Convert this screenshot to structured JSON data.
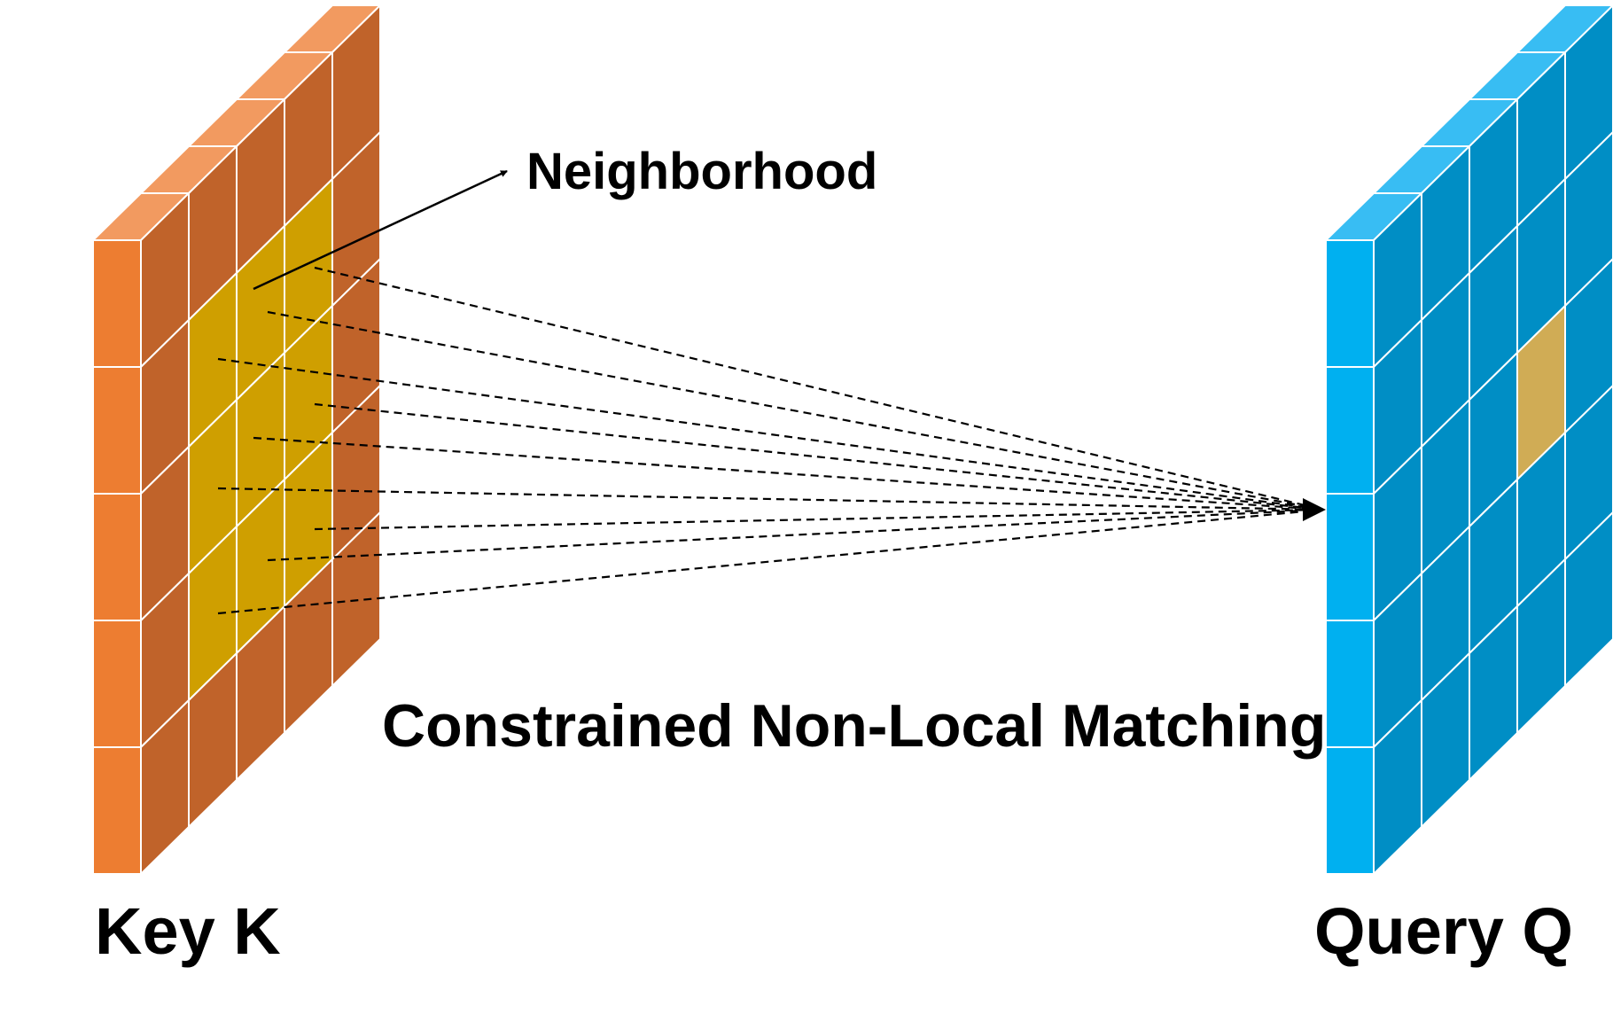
{
  "labels": {
    "neighborhood": "Neighborhood",
    "matching": "Constrained Non-Local Matching",
    "key": "Key K",
    "query": "Query Q"
  },
  "grid": {
    "rows": 5,
    "cols": 5
  },
  "key_block": {
    "front_color": "#ED7D31",
    "top_color": "#F29A60",
    "side_color": "#C0632A",
    "highlight_color": "#CF9F00",
    "highlight_cells": [
      [
        1,
        1
      ],
      [
        1,
        2
      ],
      [
        1,
        3
      ],
      [
        2,
        1
      ],
      [
        2,
        2
      ],
      [
        2,
        3
      ],
      [
        3,
        1
      ],
      [
        3,
        2
      ],
      [
        3,
        3
      ]
    ]
  },
  "query_block": {
    "front_color": "#00B0F0",
    "top_color": "#38BDF3",
    "side_color": "#008EC5",
    "highlight_color": "#D0AC55",
    "highlight_cells": [
      [
        2,
        3
      ]
    ]
  },
  "line_color": "#000000"
}
